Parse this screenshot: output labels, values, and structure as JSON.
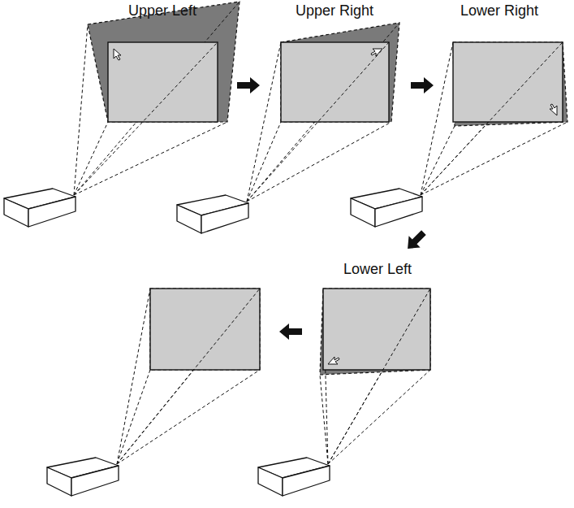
{
  "diagram": {
    "labels": [
      "Upper Left",
      "Upper Right",
      "Lower Right",
      "Lower Left"
    ]
  }
}
